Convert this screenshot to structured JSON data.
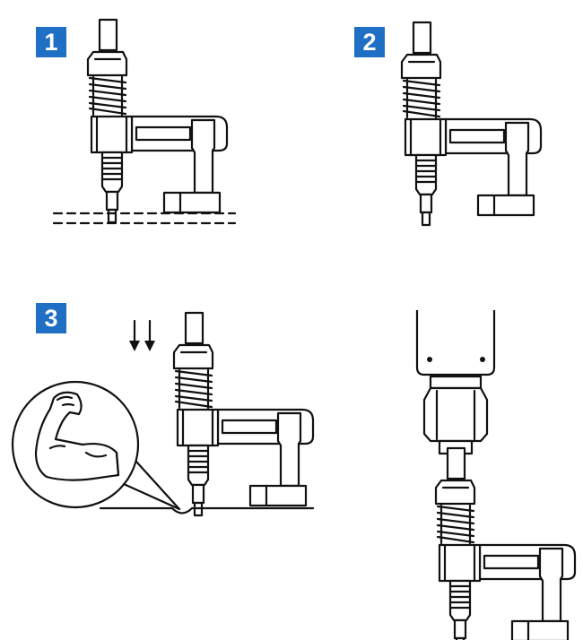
{
  "steps": [
    {
      "label": "1"
    },
    {
      "label": "2"
    },
    {
      "label": "3"
    }
  ],
  "colors": {
    "badge": "#1f6fc5",
    "line": "#111111"
  },
  "icons": [
    "down-arrows-icon",
    "flexed-arm-icon"
  ]
}
